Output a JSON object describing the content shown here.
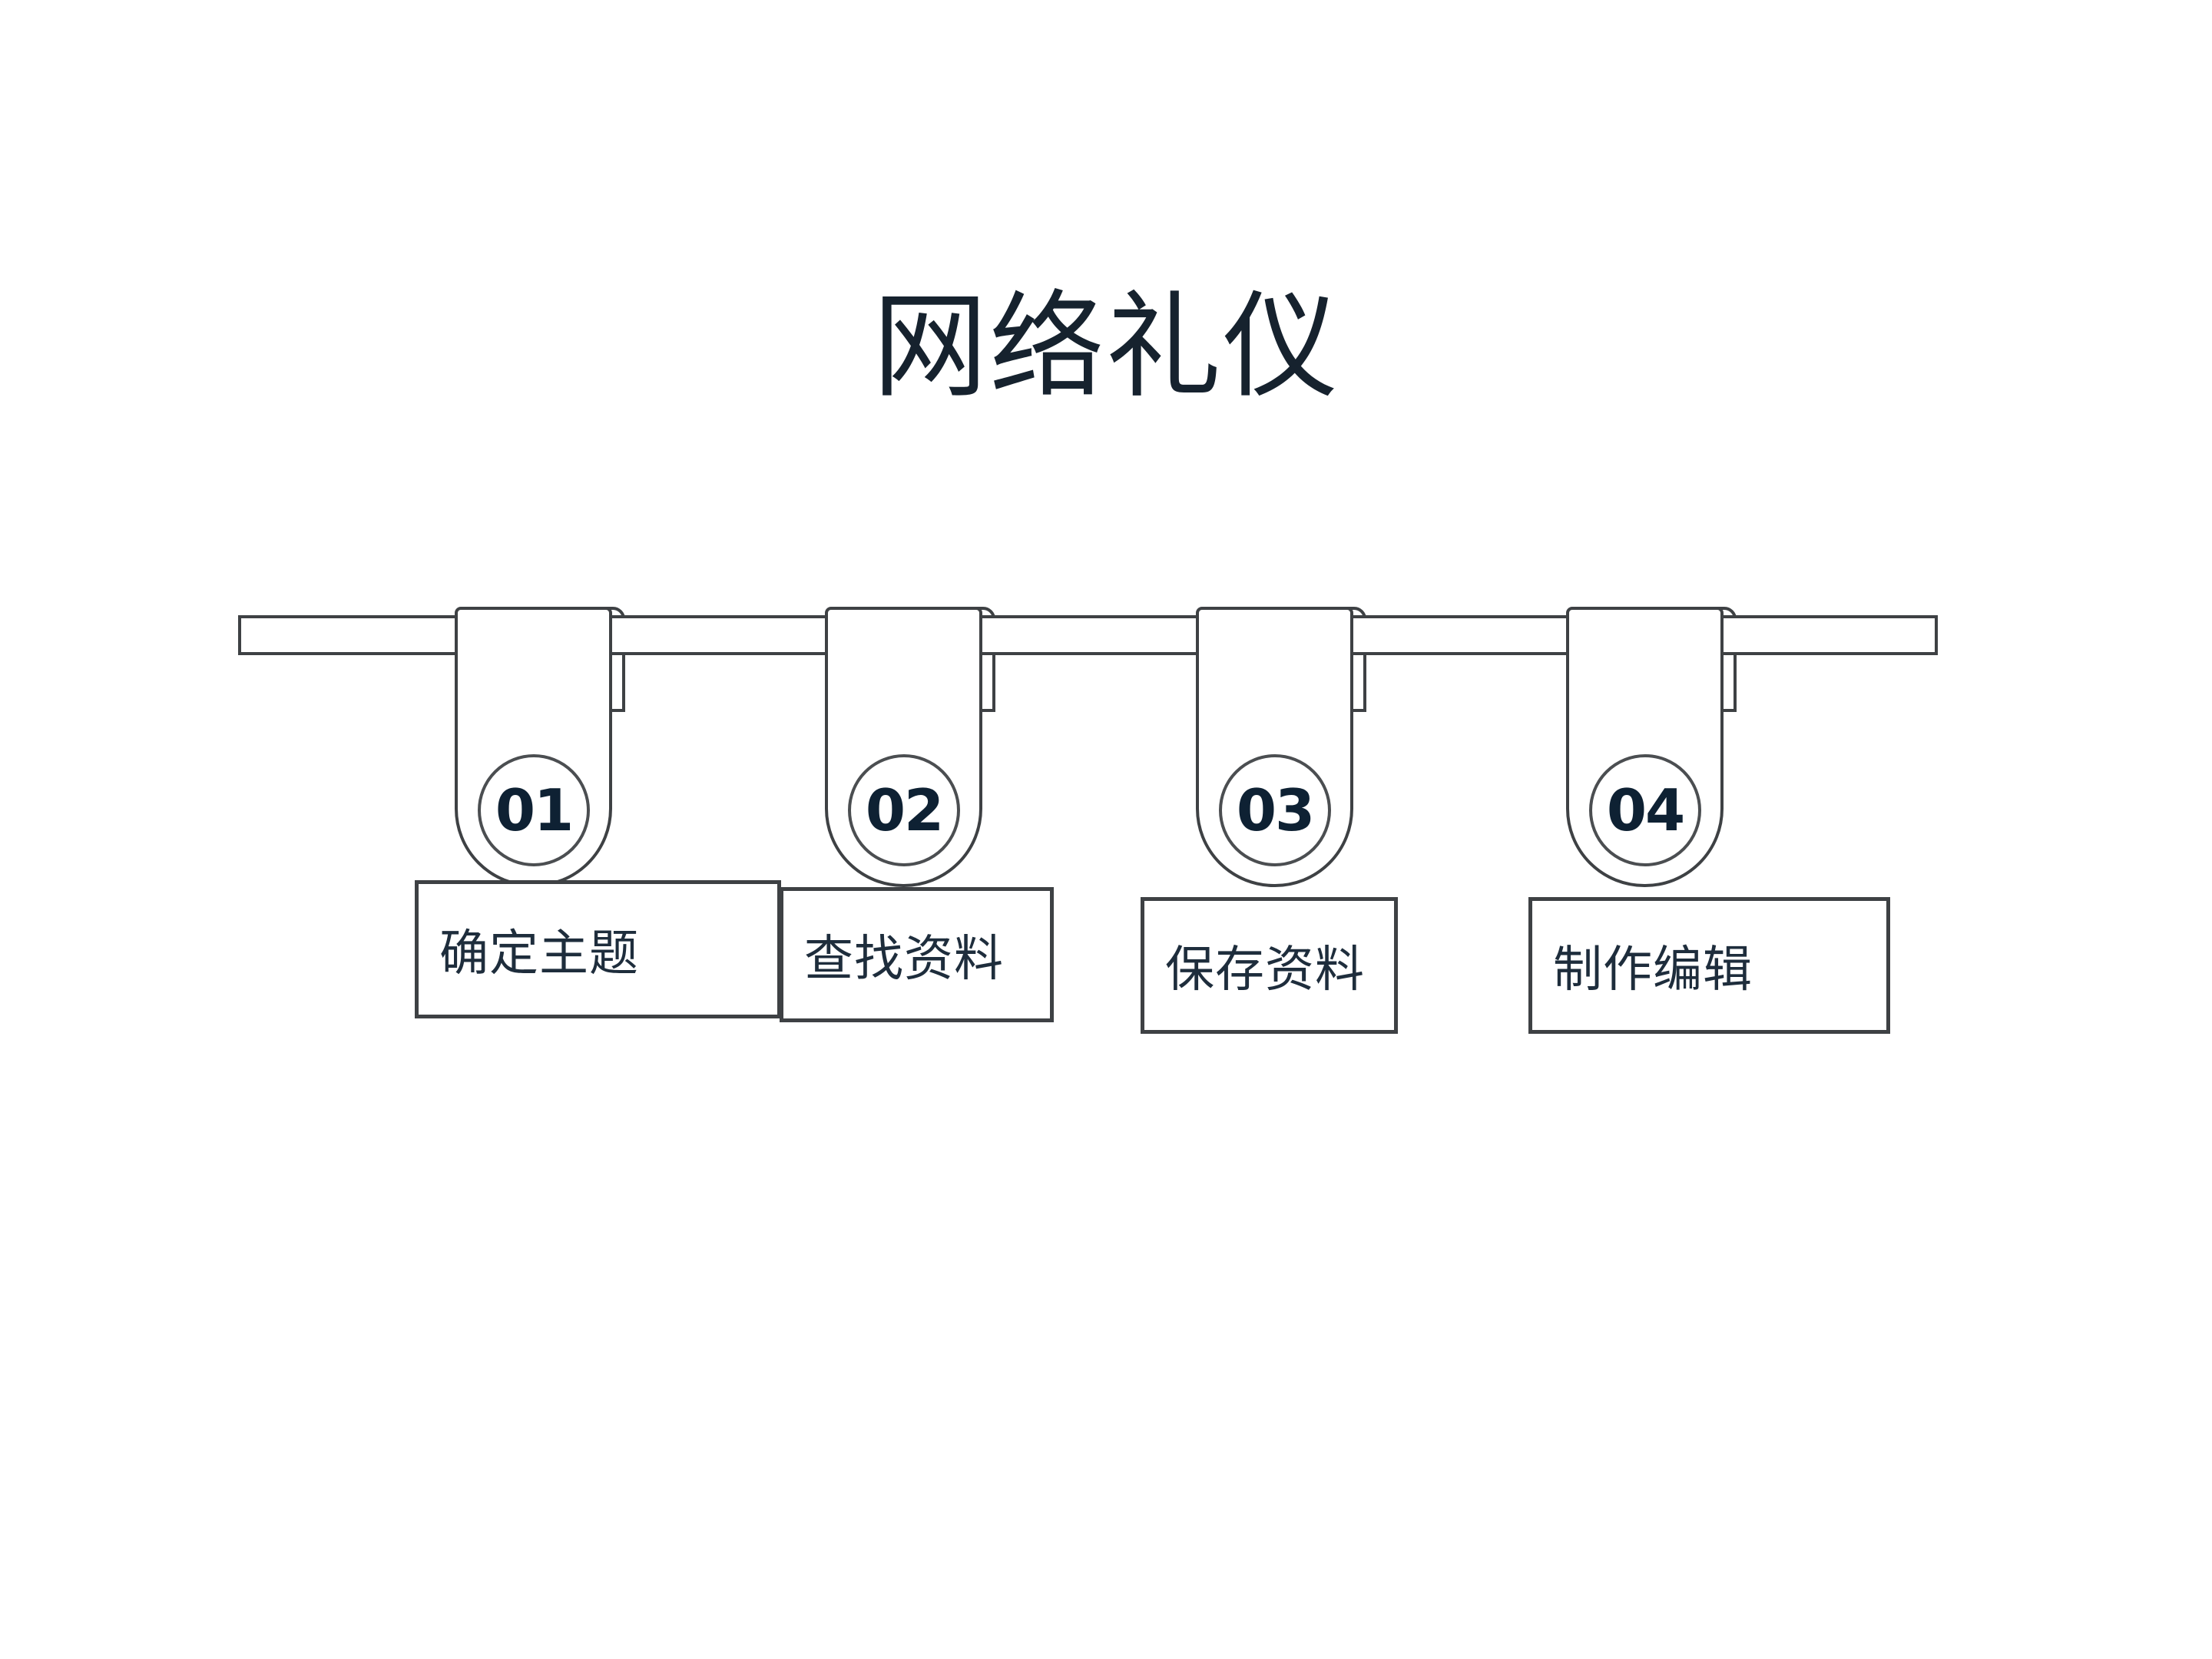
{
  "slide": {
    "title": "网络礼仪",
    "background": "#ffffff"
  },
  "timeline": {
    "steps": [
      {
        "number": "01",
        "label": "确定主题"
      },
      {
        "number": "02",
        "label": "查找资料"
      },
      {
        "number": "03",
        "label": "保存资料"
      },
      {
        "number": "04",
        "label": "制作编辑"
      }
    ]
  },
  "colors": {
    "background": "#ffffff",
    "outline": "#3e4144",
    "circle_outline": "#4b4e51",
    "number": "#0e2133",
    "label": "#1e2d3c",
    "title": "#16222e"
  }
}
